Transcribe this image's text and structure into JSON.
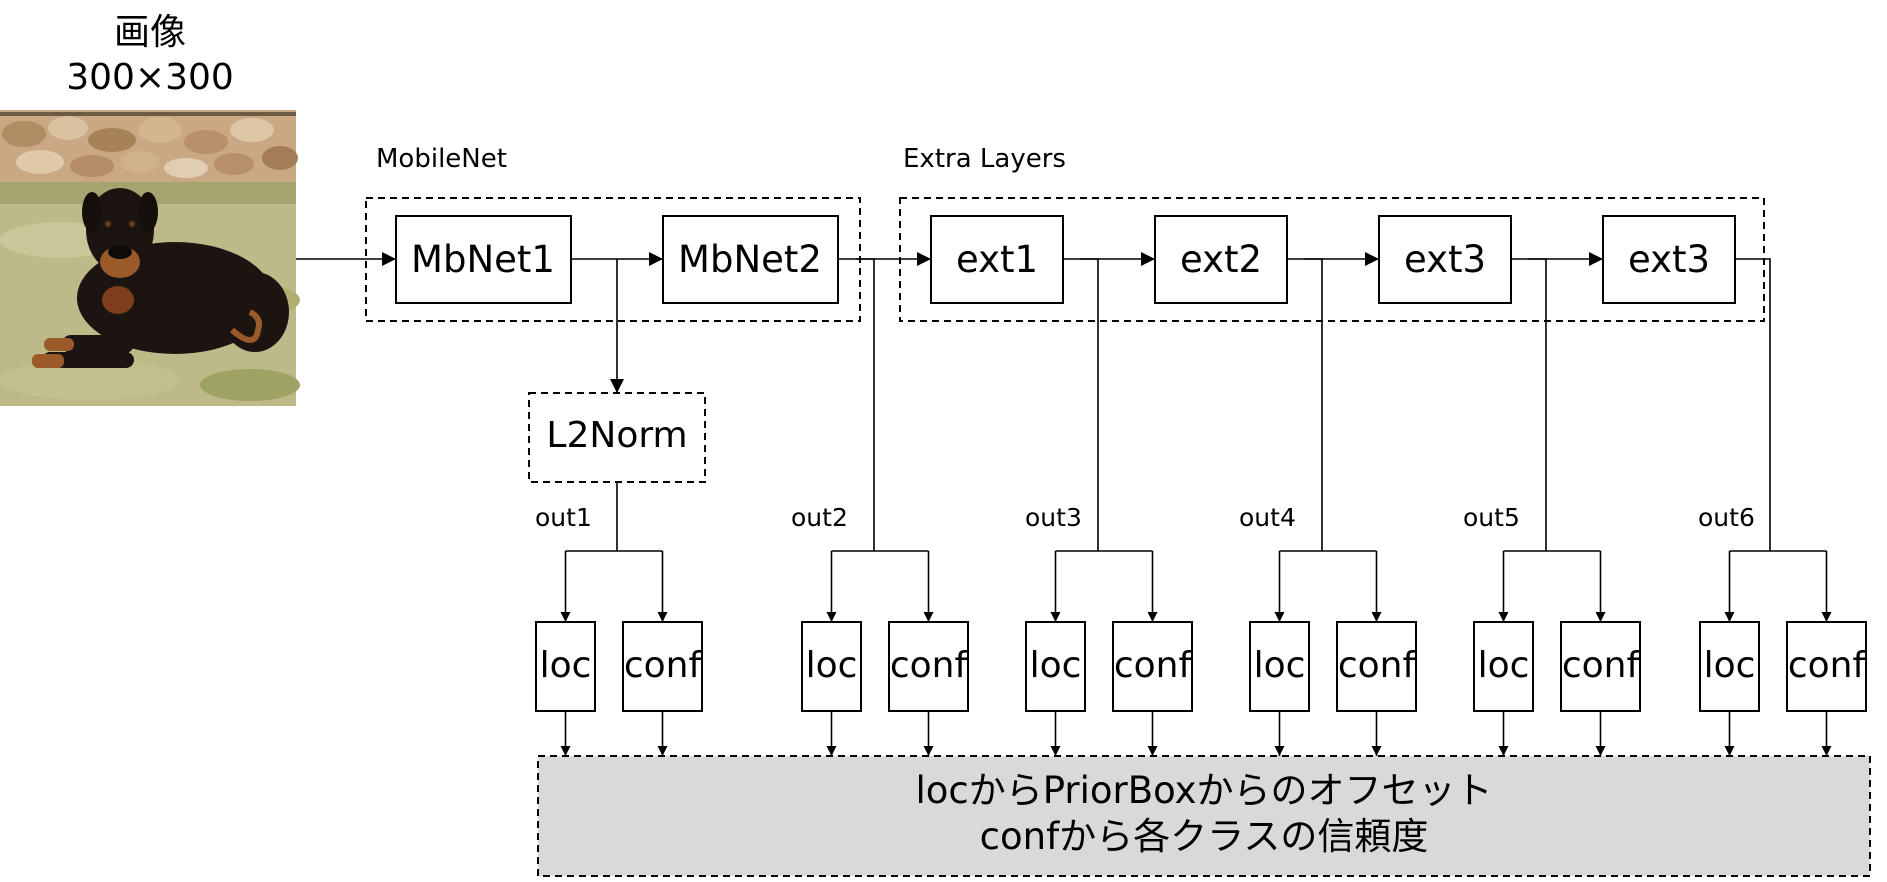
{
  "input": {
    "title": "画像",
    "size": "300×300"
  },
  "groups": {
    "mobilenet": "MobileNet",
    "extra": "Extra Layers"
  },
  "layers": {
    "mbnet1": "MbNet1",
    "mbnet2": "MbNet2",
    "ext1": "ext1",
    "ext2": "ext2",
    "ext3a": "ext3",
    "ext3b": "ext3",
    "l2norm": "L2Norm"
  },
  "outputs": [
    {
      "label": "out1",
      "loc": "loc",
      "conf": "conf"
    },
    {
      "label": "out2",
      "loc": "loc",
      "conf": "conf"
    },
    {
      "label": "out3",
      "loc": "loc",
      "conf": "conf"
    },
    {
      "label": "out4",
      "loc": "loc",
      "conf": "conf"
    },
    {
      "label": "out5",
      "loc": "loc",
      "conf": "conf"
    },
    {
      "label": "out6",
      "loc": "loc",
      "conf": "conf"
    }
  ],
  "output_box": {
    "line1": "locからPriorBoxからのオフセット",
    "line2": "confから各クラスの信頼度"
  },
  "colors": {
    "line": "#000000",
    "output_fill": "#d9d9d9",
    "grass": "#b9b57a",
    "wall": "#c9a883",
    "dog": "#1b1410",
    "dog_tan": "#9a5a2a"
  }
}
